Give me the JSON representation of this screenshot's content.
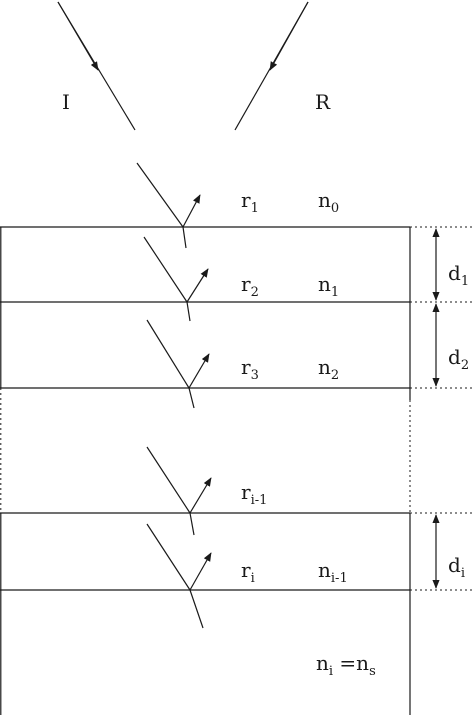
{
  "labels": {
    "incident": "I",
    "reflected": "R",
    "r1": {
      "base": "r",
      "sub": "1"
    },
    "r2": {
      "base": "r",
      "sub": "2"
    },
    "r3": {
      "base": "r",
      "sub": "3"
    },
    "ri_minus_1": {
      "base": "r",
      "sub": "i-1"
    },
    "ri": {
      "base": "r",
      "sub": "i"
    },
    "n0": {
      "base": "n",
      "sub": "0"
    },
    "n1": {
      "base": "n",
      "sub": "1"
    },
    "n2": {
      "base": "n",
      "sub": "2"
    },
    "ni_minus_1": {
      "base": "n",
      "sub": "i-1"
    },
    "ns": {
      "base1": "n",
      "sub1": "i",
      "mid": " =n",
      "sub2": "s"
    },
    "d1": {
      "base": "d",
      "sub": "1"
    },
    "d2": {
      "base": "d",
      "sub": "2"
    },
    "di": {
      "base": "d",
      "sub": "i"
    }
  }
}
